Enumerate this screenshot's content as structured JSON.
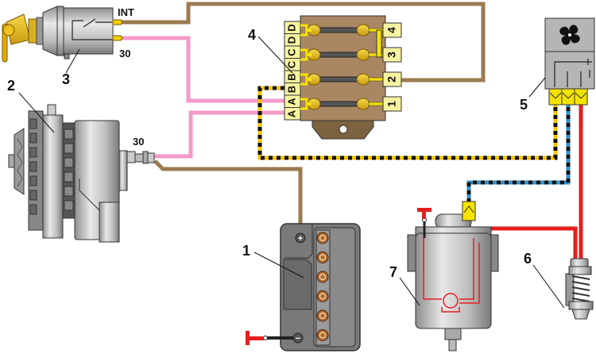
{
  "diagram": {
    "title": "Electric cooling fan wiring diagram",
    "components": [
      {
        "id": "1",
        "name": "Battery"
      },
      {
        "id": "2",
        "name": "Generator"
      },
      {
        "id": "3",
        "name": "Ignition switch"
      },
      {
        "id": "4",
        "name": "Fuse box"
      },
      {
        "id": "5",
        "name": "Fan relay"
      },
      {
        "id": "6",
        "name": "Fan thermal switch"
      },
      {
        "id": "7",
        "name": "Fan motor"
      }
    ],
    "callouts": {
      "c1": "1",
      "c2": "2",
      "c3": "3",
      "c4": "4",
      "c5": "5",
      "c6": "6",
      "c7": "7"
    },
    "terminals": {
      "ignition_int": "INT",
      "ignition_30": "30",
      "generator_30": "30",
      "battery_plus": "+",
      "battery_minus": "−"
    },
    "fuse_box": {
      "left_labels": [
        "D",
        "D",
        "C",
        "C",
        "B",
        "B",
        "A",
        "A"
      ],
      "right_labels": [
        "4",
        "3",
        "2",
        "1"
      ]
    },
    "wire_colors": {
      "brown": "#9b7b4f",
      "pink": "#f49ac9",
      "yellow_black": "#f5c400",
      "blue_black": "#2a8fd0",
      "red": "#e61e1e"
    }
  }
}
